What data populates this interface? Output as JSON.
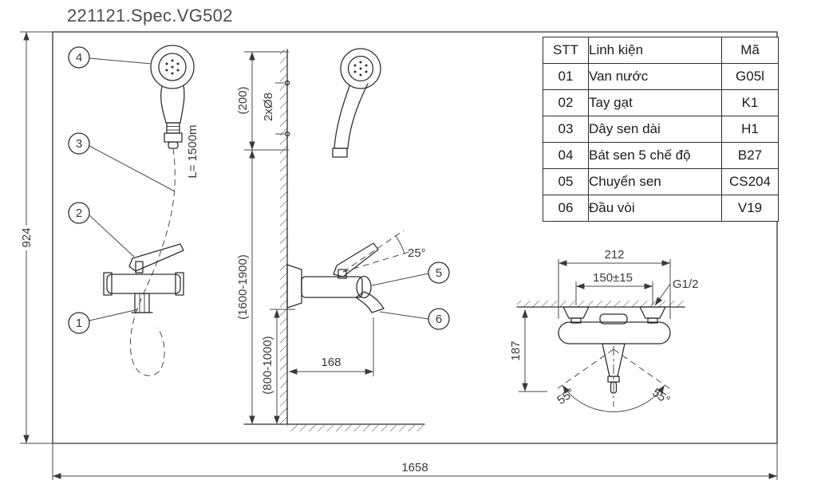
{
  "title": "221121.Spec.VG502",
  "table": {
    "headers": {
      "stt": "STT",
      "part": "Linh kiện",
      "code": "Mã"
    },
    "rows": [
      {
        "stt": "01",
        "part": "Van nước",
        "code": "G05l"
      },
      {
        "stt": "02",
        "part": "Tay gạt",
        "code": "K1"
      },
      {
        "stt": "03",
        "part": "Dây sen dài",
        "code": "H1"
      },
      {
        "stt": "04",
        "part": "Bát sen 5 chế độ",
        "code": "B27"
      },
      {
        "stt": "05",
        "part": "Chuyển sen",
        "code": "CS204"
      },
      {
        "stt": "06",
        "part": "Đầu vòi",
        "code": "V19"
      }
    ]
  },
  "dimensions": {
    "overall_height": "924",
    "overall_width": "1658",
    "hose_length": "L= 1500m",
    "shower_offset": "(200)",
    "mount_holes": "2xØ8",
    "mixer_height_range": "(1600-1900)",
    "spout_height_range": "(800-1000)",
    "spout_reach": "168",
    "lever_angle": "25°",
    "body_width": "212",
    "inlet_spacing": "150±15",
    "thread_size": "G1/2",
    "front_height": "187",
    "swing_left": "55°",
    "swing_right": "55°"
  },
  "callouts": {
    "n1": "1",
    "n2": "2",
    "n3": "3",
    "n4": "4",
    "n5": "5",
    "n6": "6"
  }
}
